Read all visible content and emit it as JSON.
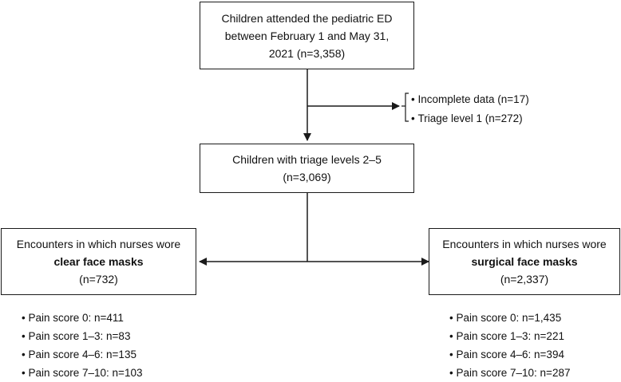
{
  "box_top": {
    "line1": "Children attended the pediatric ED",
    "line2": "between February 1 and May 31,",
    "line3": "2021 (n=3,358)"
  },
  "exclusions": [
    "Incomplete data (n=17)",
    "Triage level 1 (n=272)"
  ],
  "box_mid": {
    "line1": "Children with triage levels 2–5",
    "line2": "(n=3,069)"
  },
  "box_left": {
    "line1": "Encounters in which nurses wore",
    "line2": "clear face masks",
    "line3": "(n=732)"
  },
  "box_right": {
    "line1": "Encounters in which nurses wore",
    "line2": "surgical face masks",
    "line3": "(n=2,337)"
  },
  "left_list": [
    "Pain score 0: n=411",
    "Pain score 1–3: n=83",
    "Pain score 4–6: n=135",
    "Pain score 7–10: n=103"
  ],
  "right_list": [
    "Pain score 0: n=1,435",
    "Pain score 1–3: n=221",
    "Pain score 4–6: n=394",
    "Pain score 7–10: n=287"
  ]
}
